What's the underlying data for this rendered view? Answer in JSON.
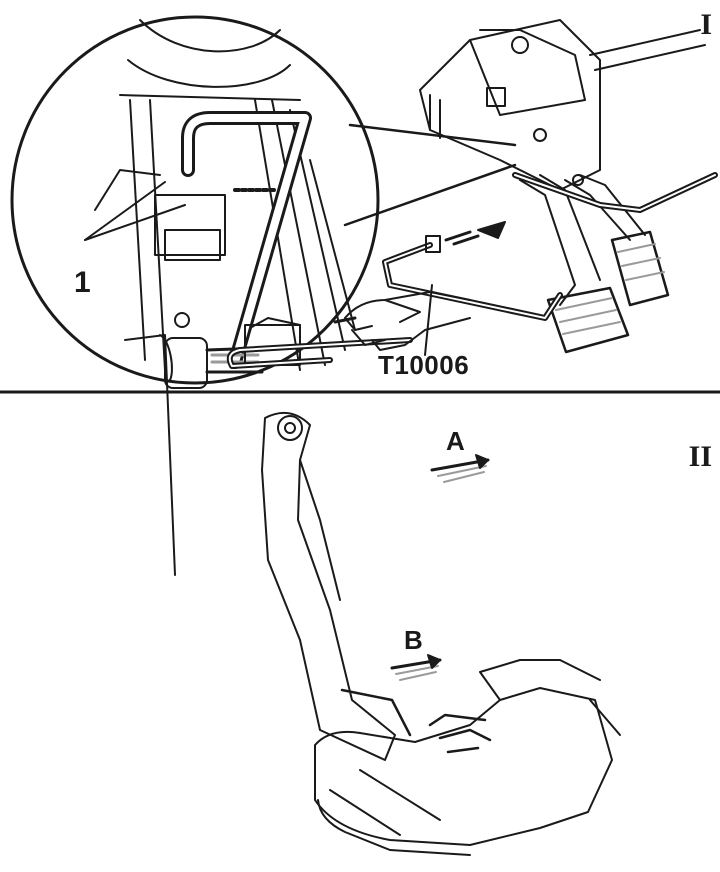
{
  "panels": {
    "top": {
      "roman": "I",
      "callout": "1",
      "tool": "T10006"
    },
    "bottom": {
      "roman": "II",
      "arrow_a": "A",
      "arrow_b": "B"
    }
  },
  "colors": {
    "ink": "#1a1a1a",
    "paper": "#ffffff",
    "shade": "#9a9a9a"
  }
}
